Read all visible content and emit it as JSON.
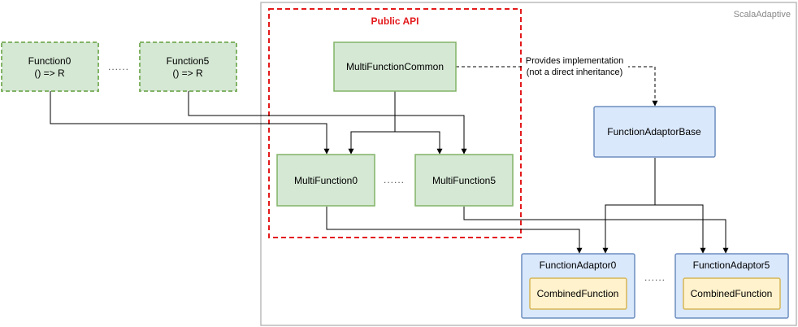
{
  "container": {
    "label": "ScalaAdaptive"
  },
  "public_api": {
    "label": "Public API"
  },
  "nodes": {
    "function0": {
      "line1": "Function0",
      "line2": "() => R"
    },
    "function5": {
      "line1": "Function5",
      "line2": "() => R"
    },
    "multi_function_common": {
      "label": "MultiFunctionCommon"
    },
    "multi_function0": {
      "label": "MultiFunction0"
    },
    "multi_function5": {
      "label": "MultiFunction5"
    },
    "function_adaptor_base": {
      "label": "FunctionAdaptorBase"
    },
    "function_adaptor0": {
      "label": "FunctionAdaptor0",
      "inner": "CombinedFunction"
    },
    "function_adaptor5": {
      "label": "FunctionAdaptor5",
      "inner": "CombinedFunction"
    }
  },
  "note": {
    "line1": "Provides implementation",
    "line2": "(not a direct inheritance)"
  },
  "ellipsis": "......",
  "colors": {
    "green_fill": "#d5e8d4",
    "green_stroke": "#82b366",
    "blue_fill": "#dae8fc",
    "blue_stroke": "#6c8ebf",
    "yellow_fill": "#fff2cc",
    "yellow_stroke": "#d6b656",
    "red_dashed": "#e31a1c",
    "container_stroke": "#bbbbbb"
  }
}
